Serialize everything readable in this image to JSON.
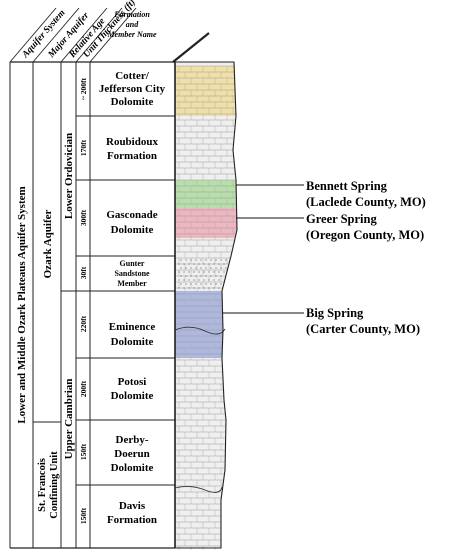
{
  "header": {
    "aquifer_system": "Aquifer System",
    "major_aquifer": "Major Aquifer",
    "relative_age": "Relative Age",
    "unit_thickness": "Unit Thickness (ft)",
    "formation": "Formation",
    "and": "and",
    "member_name": "Member Name"
  },
  "aquifer_system_label": "Lower and Middle Ozark Plateaus Aquifer System",
  "major_aquifers": [
    "Ozark Aquifer",
    "St. Francois",
    "Confining Unit"
  ],
  "ages": [
    "Lower Ordovician",
    "Upper Cambrian"
  ],
  "units": [
    {
      "thickness": "~ 200ft",
      "name": [
        "Cotter/",
        "Jefferson City",
        "Dolomite"
      ],
      "color": "#f0dfa6"
    },
    {
      "thickness": "170ft",
      "name": [
        "Roubidoux",
        "Formation"
      ],
      "color": ""
    },
    {
      "thickness": "300ft",
      "name": [
        "Gasconade",
        "Dolomite"
      ],
      "color": ""
    },
    {
      "thickness": "30ft",
      "name": [
        "Gunter",
        "Sandstone",
        "Member"
      ],
      "color": ""
    },
    {
      "thickness": "220ft",
      "name": [
        "Eminence",
        "Dolomite"
      ],
      "color": "#aeb8de"
    },
    {
      "thickness": "200ft",
      "name": [
        "Potosi",
        "Dolomite"
      ],
      "color": ""
    },
    {
      "thickness": "150ft",
      "name": [
        "Derby-",
        "Doerun",
        "Dolomite"
      ],
      "color": ""
    },
    {
      "thickness": "150ft",
      "name": [
        "Davis",
        "Formation"
      ],
      "color": ""
    }
  ],
  "highlight_colors": {
    "green": "#b8dfaa",
    "pink": "#eeb6c0"
  },
  "springs": [
    {
      "line1": "Bennett Spring",
      "line2": "(Laclede County, MO)"
    },
    {
      "line1": "Greer Spring",
      "line2": "(Oregon County, MO)"
    },
    {
      "line1": "Big Spring",
      "line2": "(Carter County, MO)"
    }
  ]
}
